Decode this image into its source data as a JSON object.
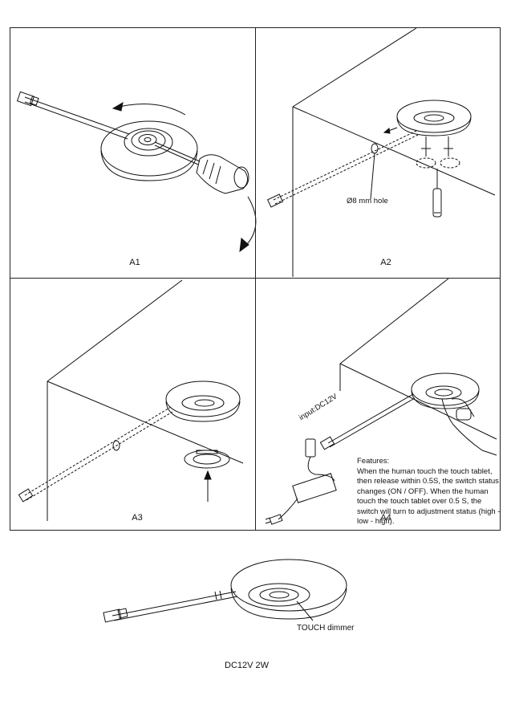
{
  "panels": {
    "a1": {
      "label": "A1"
    },
    "a2": {
      "label": "A2",
      "hole_label": "Ø8 mm hole"
    },
    "a3": {
      "label": "A3"
    },
    "a4": {
      "label": "A4",
      "input_label": "input:DC12V",
      "features_title": "Features:",
      "features_lines": [
        "When the human touch the touch tablet,",
        "then release within 0.5S, the switch status",
        "changes (ON / OFF). When the human",
        "touch the touch tablet over 0.5 S, the",
        "switch will turn to adjustment status (high -",
        "low - high)."
      ]
    }
  },
  "product": {
    "touch_label": "TOUCH dimmer"
  },
  "caption": "DC12V  2W"
}
